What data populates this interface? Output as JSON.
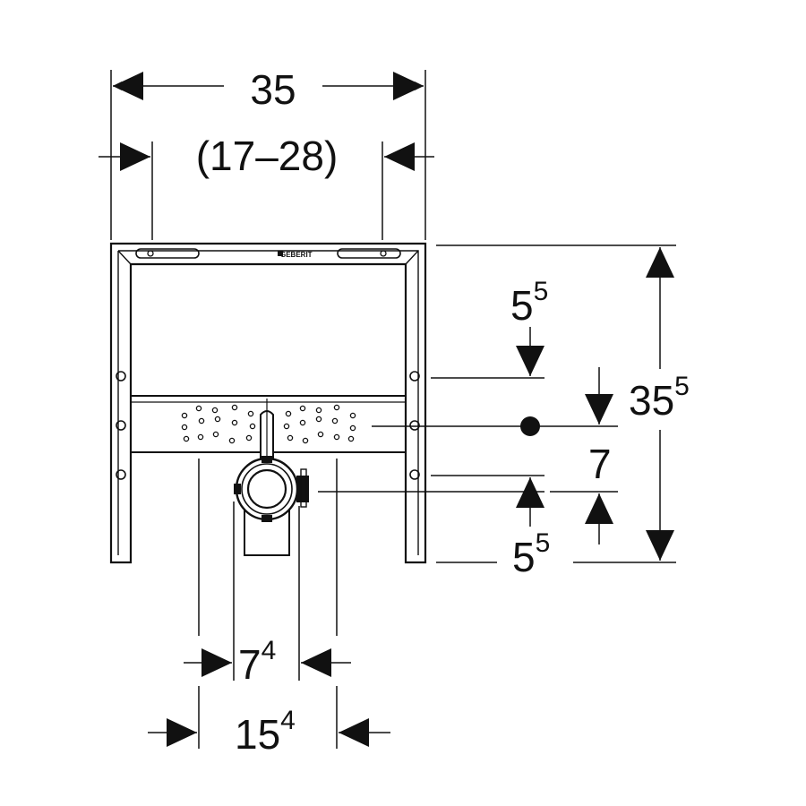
{
  "brand": "GEBERIT",
  "dimensions": {
    "width_total": "35",
    "width_range": "(17–28)",
    "height_total": {
      "base": "35",
      "sup": "5"
    },
    "top_offset": {
      "base": "5",
      "sup": "5"
    },
    "middle_gap": "7",
    "lower_offset": {
      "base": "5",
      "sup": "5"
    },
    "drain_inner": {
      "base": "7",
      "sup": "4"
    },
    "drain_outer": {
      "base": "15",
      "sup": "4"
    }
  },
  "colors": {
    "line": "#111111",
    "background": "#ffffff"
  }
}
